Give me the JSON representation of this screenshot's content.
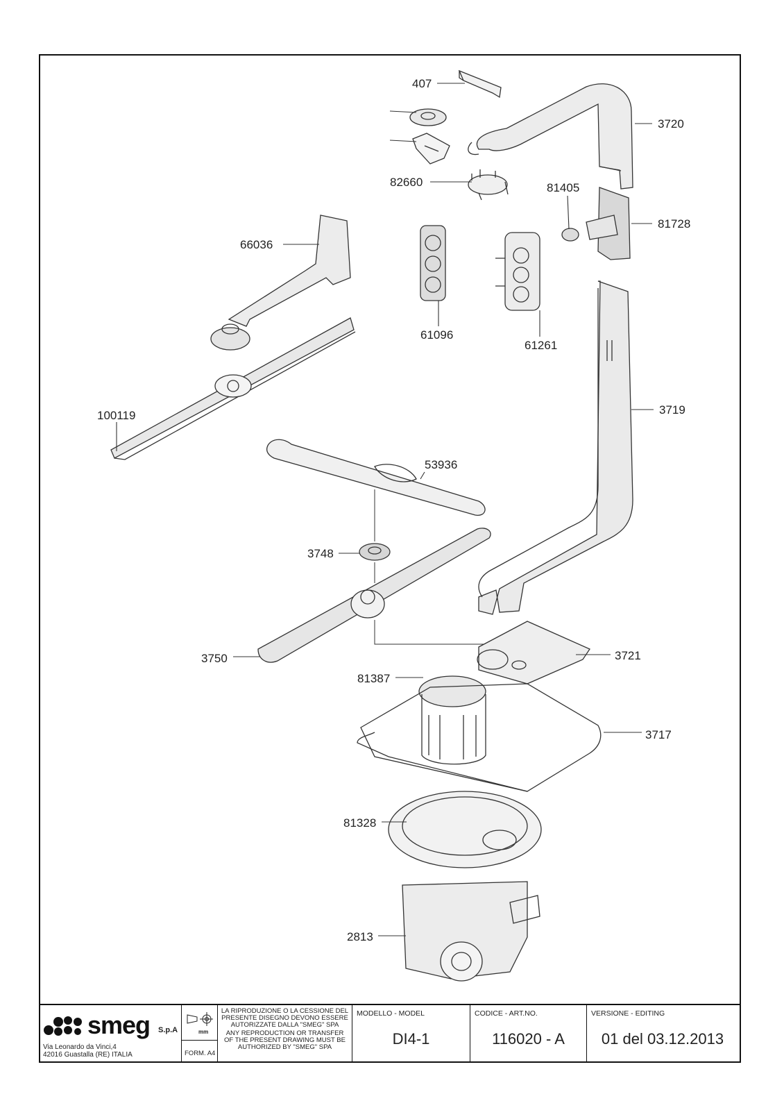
{
  "labels": [
    {
      "id": "407",
      "text": "407"
    },
    {
      "id": "3720",
      "text": "3720"
    },
    {
      "id": "82660",
      "text": "82660"
    },
    {
      "id": "81405",
      "text": "81405"
    },
    {
      "id": "81728",
      "text": "81728"
    },
    {
      "id": "66036",
      "text": "66036"
    },
    {
      "id": "61096",
      "text": "61096"
    },
    {
      "id": "61261",
      "text": "61261"
    },
    {
      "id": "100119",
      "text": "100119"
    },
    {
      "id": "3719",
      "text": "3719"
    },
    {
      "id": "53936",
      "text": "53936"
    },
    {
      "id": "3748",
      "text": "3748"
    },
    {
      "id": "3750",
      "text": "3750"
    },
    {
      "id": "3721",
      "text": "3721"
    },
    {
      "id": "81387",
      "text": "81387"
    },
    {
      "id": "3717",
      "text": "3717"
    },
    {
      "id": "81328",
      "text": "81328"
    },
    {
      "id": "2813",
      "text": "2813"
    }
  ],
  "titleblock": {
    "brand": "smeg",
    "brand_suffix": "S.p.A",
    "address_line1": "Via Leonardo da Vinci,4",
    "address_line2": "42016  Guastalla (RE) ITALIA",
    "unit": "mm",
    "format": "FORM. A4",
    "notice_it": "LA RIPRODUZIONE O LA CESSIONE DEL PRESENTE DISEGNO DEVONO ESSERE AUTORIZZATE DALLA \"SMEG\" SPA",
    "notice_en": "ANY REPRODUCTION OR TRANSFER OF THE PRESENT DRAWING MUST BE AUTHORIZED BY \"SMEG\" SPA",
    "model_head": "MODELLO - MODEL",
    "model": "DI4-1",
    "code_head": "CODICE - ART.NO.",
    "code": "116020 - A",
    "version_head": "VERSIONE - EDITING",
    "version": "01 del 03.12.2013"
  }
}
